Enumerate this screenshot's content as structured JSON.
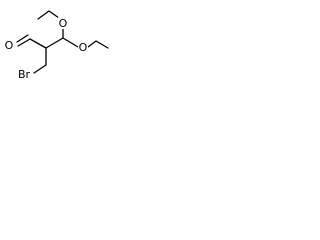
{
  "molecule": {
    "atoms": {
      "aldehyde_oxygen": "O",
      "upper_ether_oxygen": "O",
      "right_ether_oxygen": "O",
      "bromine": "Br"
    }
  }
}
